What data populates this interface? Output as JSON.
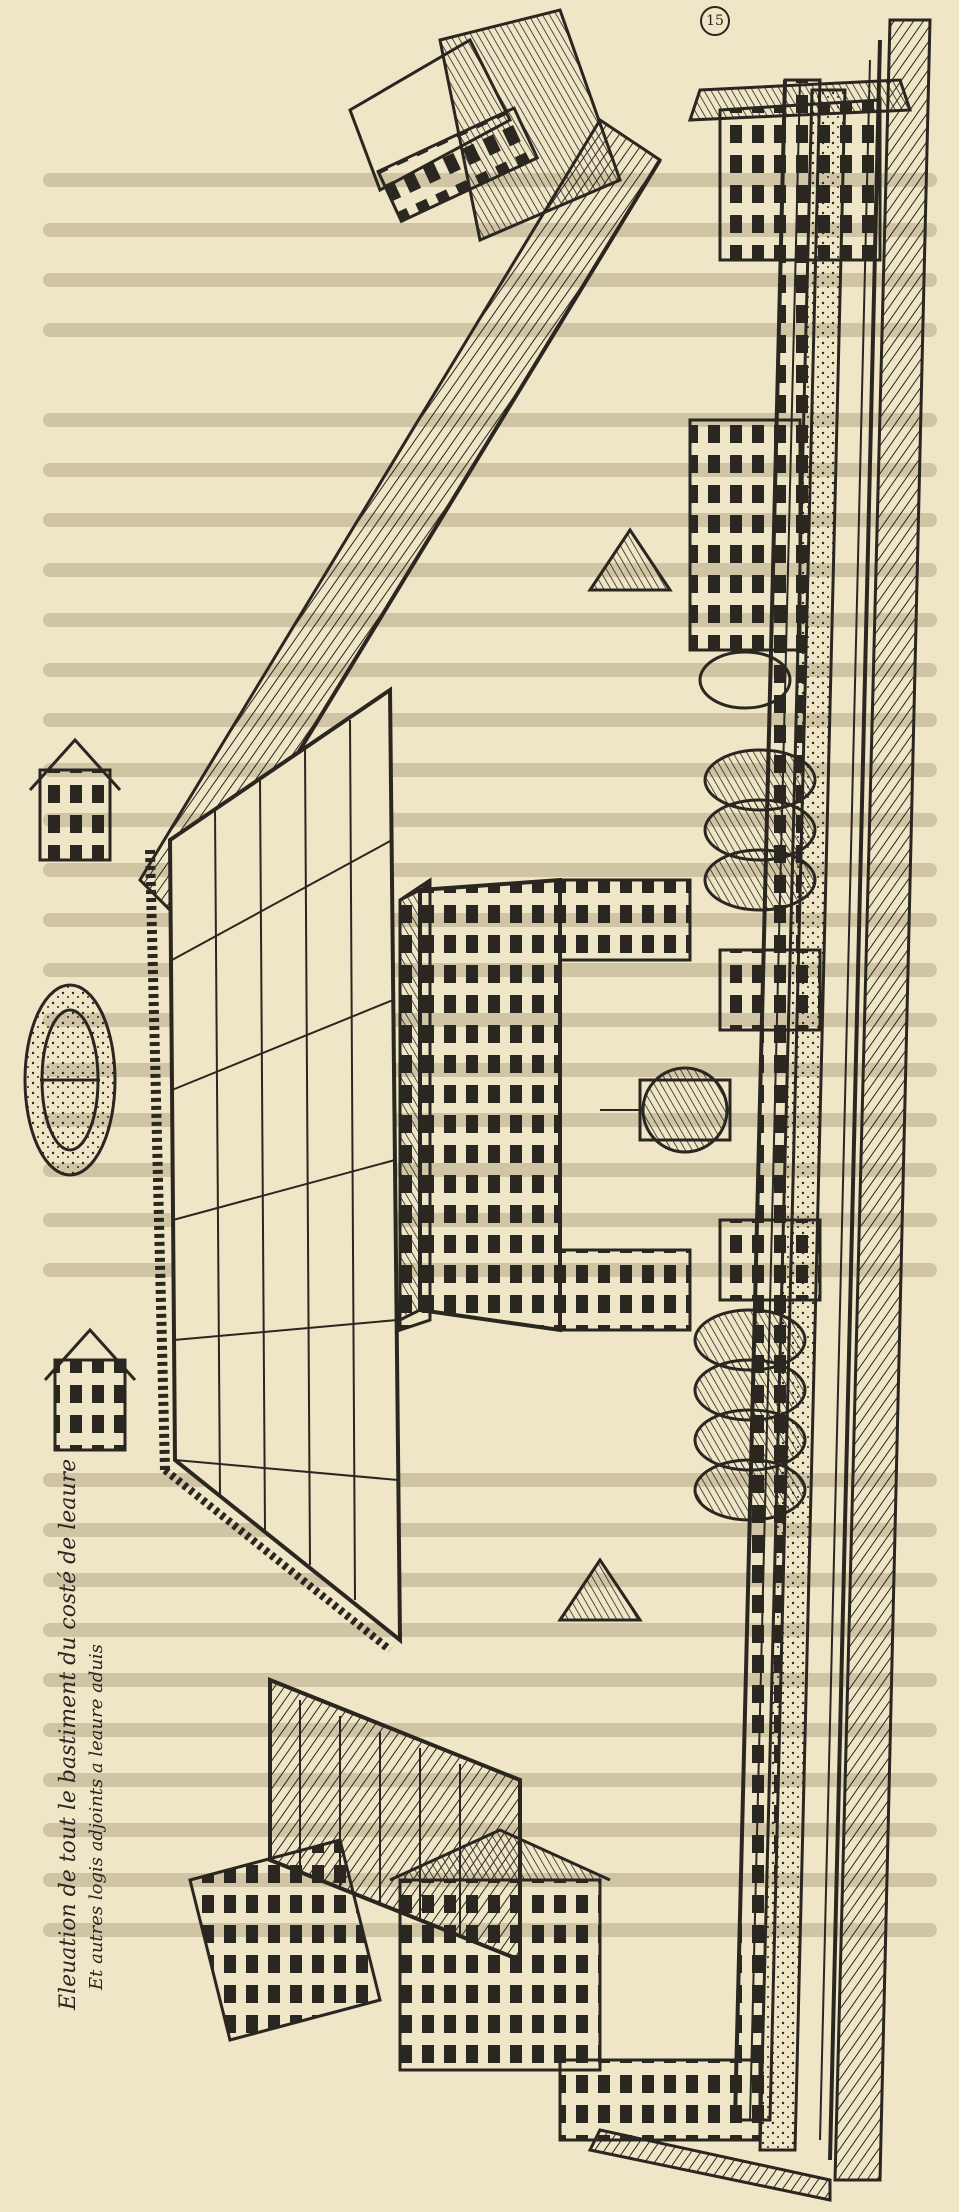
{
  "caption": {
    "line1": "Eleuation de tout le bastiment du costé de leaure",
    "line2": "Et autres logis adjoints a leaure aduis"
  },
  "page_number": "15",
  "colors": {
    "paper": "#efe6c7",
    "ink": "#2a2620",
    "ghost_text": "#cfc4a3"
  }
}
